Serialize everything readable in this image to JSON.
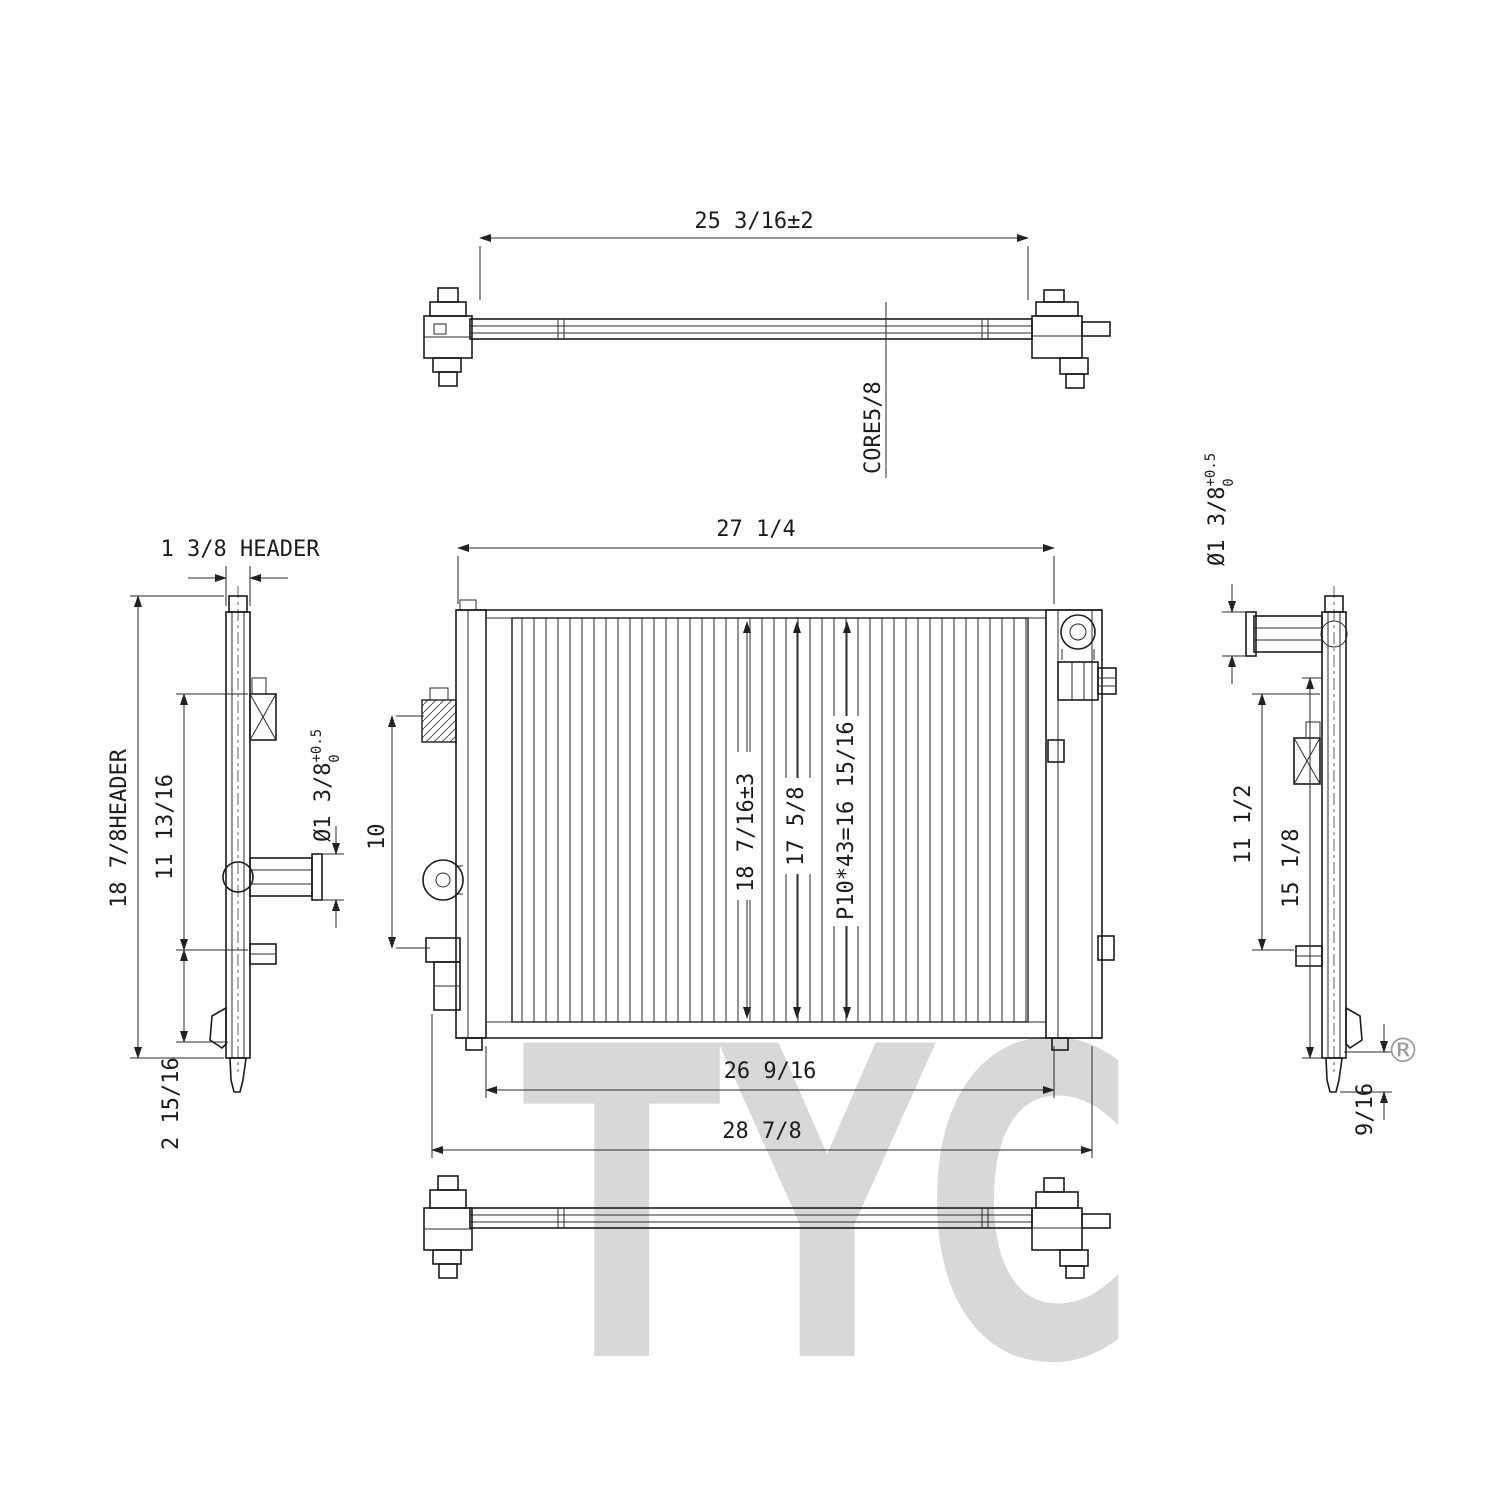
{
  "watermark": {
    "text": "TYC",
    "registered": "®"
  },
  "top_view": {
    "overall_width": "25 3/16±2",
    "core_depth": "CORE5/8"
  },
  "front_view": {
    "top_width": "27 1/4",
    "left_offset": "10",
    "core_height": "18 7/16±3",
    "tank_span": "17 5/8",
    "tube_pitch": "P10*43=16 15/16",
    "inner_width": "26 9/16",
    "overall_width": "28 7/8"
  },
  "left_view": {
    "header_width_label": "1 3/8 HEADER",
    "header_height_label": "18 7/8HEADER",
    "port_span": "11 13/16",
    "port_diameter": "Ø1 3/8",
    "tolerance_plus": "+0.5",
    "tolerance_minus": "0",
    "bottom_offset": "2 15/16"
  },
  "right_view": {
    "port_diameter": "Ø1 3/8",
    "tolerance_plus": "+0.5",
    "tolerance_minus": "0",
    "inner_span": "11 1/2",
    "outer_span": "15 1/8",
    "bottom_offset": "9/16"
  }
}
